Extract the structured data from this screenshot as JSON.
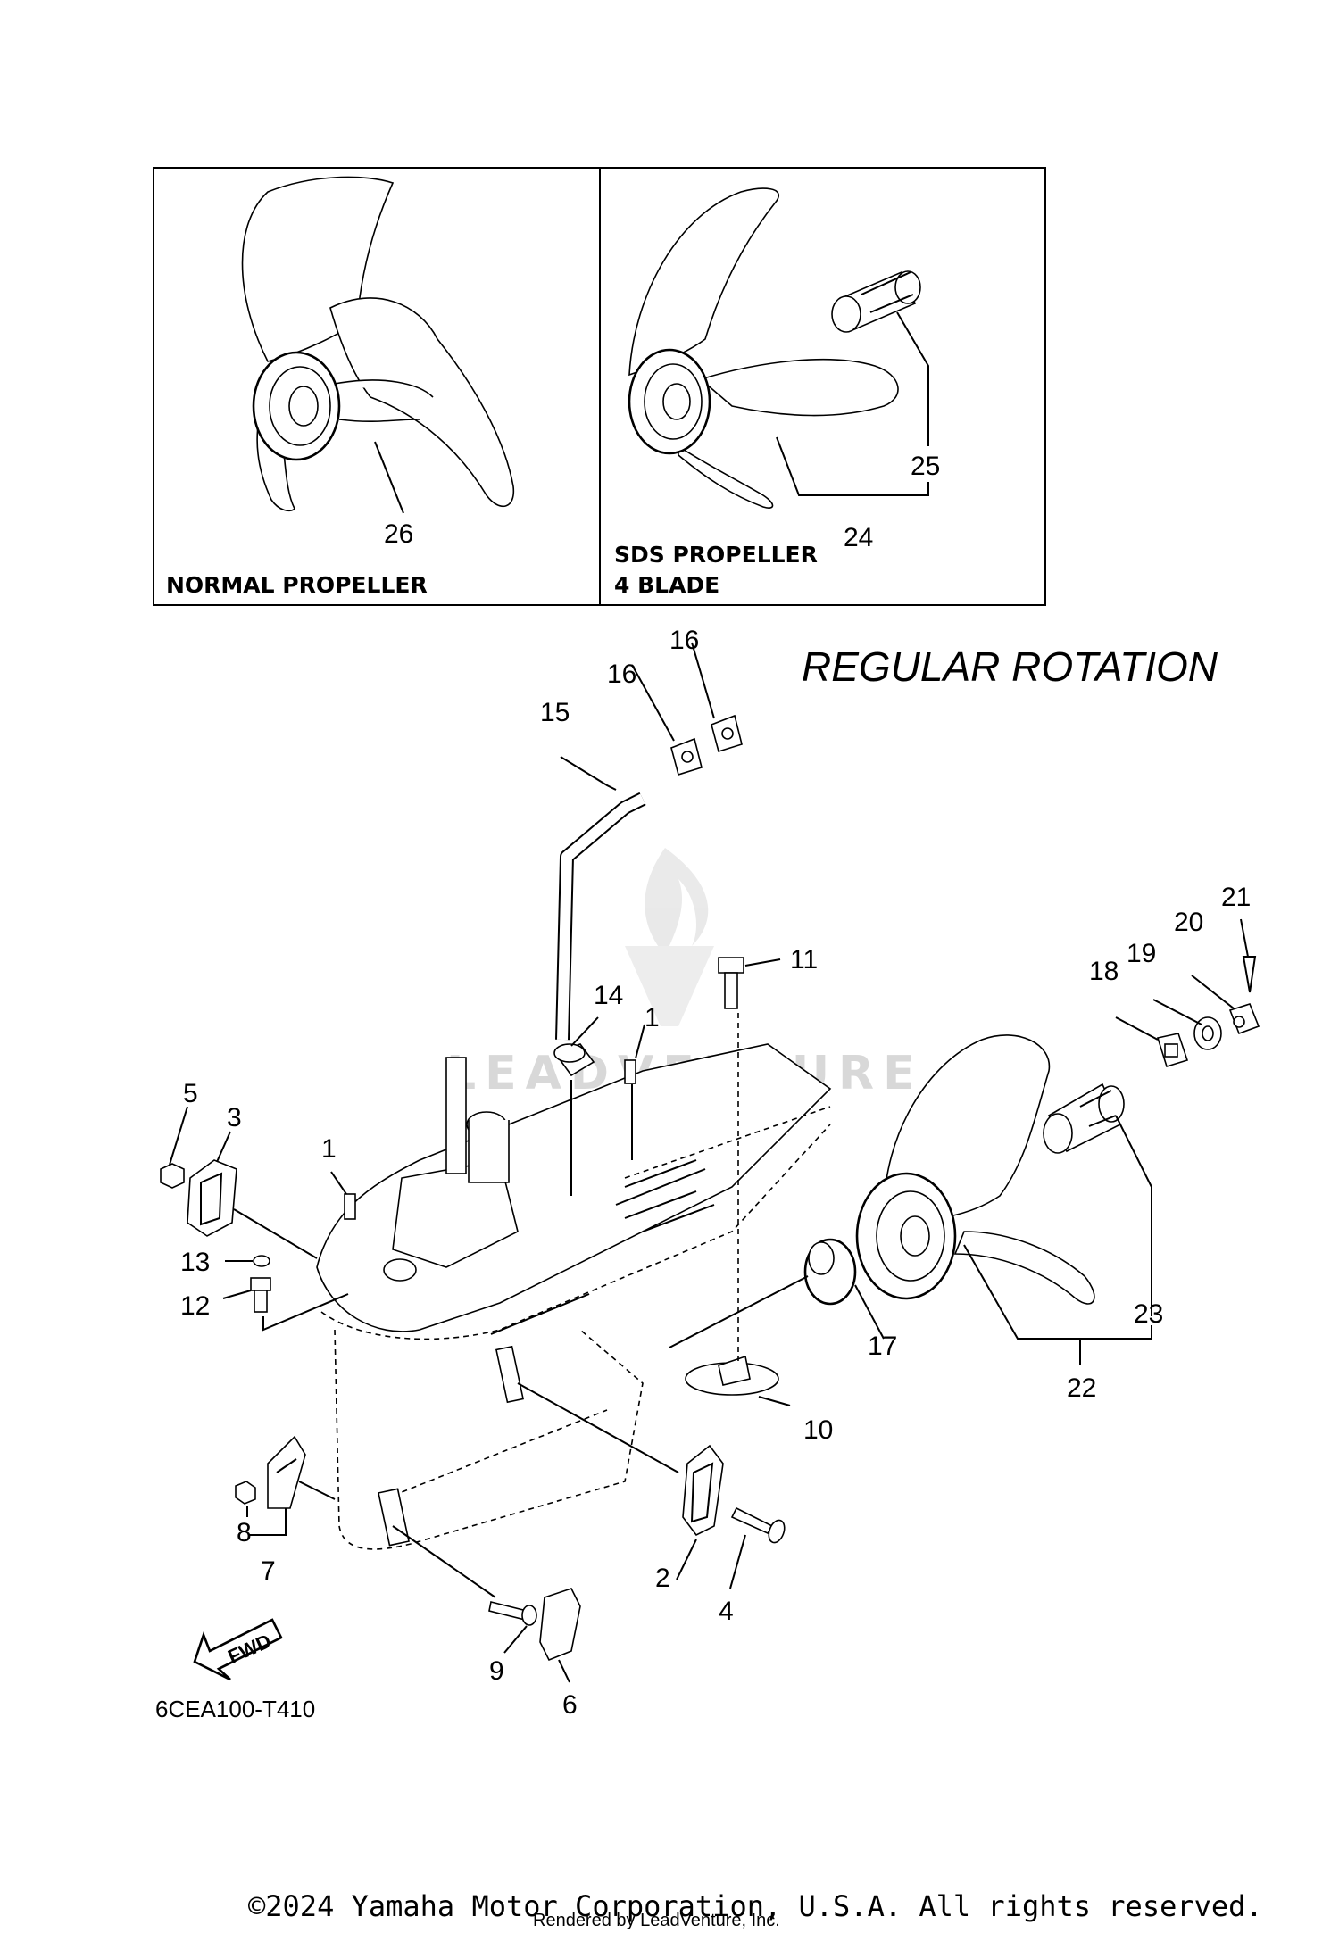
{
  "diagram": {
    "title": "REGULAR ROTATION",
    "diagram_code": "6CEA100-T410",
    "watermark": "LEADVENTURE",
    "copyright": "©2024 Yamaha Motor Corporation, U.S.A. All rights reserved.",
    "rendered_by": "Rendered by LeadVenture, Inc.",
    "fwd_label": "FWD",
    "inset_boxes": [
      {
        "caption_line1": "NORMAL PROPELLER",
        "caption_line2": "",
        "callouts": [
          "26"
        ]
      },
      {
        "caption_line1": "SDS PROPELLER",
        "caption_line2": "4 BLADE",
        "callouts": [
          "24",
          "25"
        ]
      }
    ],
    "callouts": {
      "c1a": "1",
      "c1b": "1",
      "c2": "2",
      "c3": "3",
      "c4": "4",
      "c5": "5",
      "c6": "6",
      "c7": "7",
      "c8": "8",
      "c9": "9",
      "c10": "10",
      "c11": "11",
      "c12": "12",
      "c13": "13",
      "c14": "14",
      "c15": "15",
      "c16a": "16",
      "c16b": "16",
      "c17": "17",
      "c18": "18",
      "c19": "19",
      "c20": "20",
      "c21": "21",
      "c22": "22",
      "c23": "23",
      "c24": "24",
      "c25": "25",
      "c26": "26"
    }
  }
}
